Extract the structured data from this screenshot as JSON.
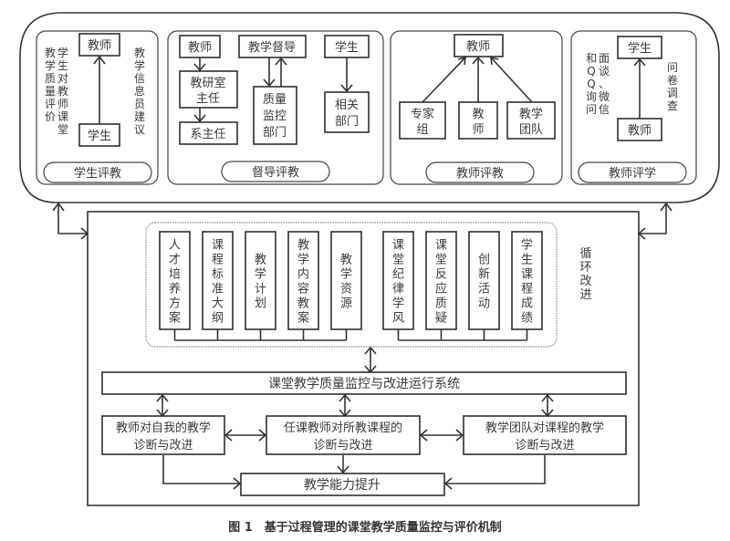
{
  "panels": {
    "student_eval": {
      "label": "学生评教",
      "top_node": "教师",
      "bottom_node": "学生",
      "left_note_1": "学生对教师课堂",
      "left_note_2": "教学质量评价",
      "right_note": "教学信息员建议"
    },
    "supervisor_eval": {
      "label": "督导评教",
      "col1": [
        "教师",
        "教研室主任",
        "系主任"
      ],
      "col1_lines": [
        [
          "教师"
        ],
        [
          "教研室",
          "主任"
        ],
        [
          "系主任"
        ]
      ],
      "col2_top": "教学督导",
      "col2_bottom_lines": [
        "质量",
        "监控",
        "部门"
      ],
      "col3_top": "学生",
      "col3_bottom_lines": [
        "相关",
        "部门"
      ]
    },
    "teacher_eval": {
      "label": "教师评教",
      "top_node": "教师",
      "sources": [
        {
          "lines": [
            "专家",
            "组"
          ]
        },
        {
          "lines": [
            "教",
            "师"
          ]
        },
        {
          "lines": [
            "教学",
            "团队"
          ]
        }
      ]
    },
    "teacher_eval_student": {
      "label": "教师评学",
      "top_node": "学生",
      "bottom_node": "教师",
      "left_note_1": "面谈、微信",
      "left_note_2": "和QQ询问",
      "right_note": "问卷调查"
    }
  },
  "main": {
    "cycle_label": "循环改进",
    "inputs_group1": [
      "人才培养方案",
      "课程标准大纲",
      "教学计划",
      "教学内容教案",
      "教学资源"
    ],
    "inputs_group2": [
      "课堂纪律学风",
      "课堂反应质疑",
      "创新活动",
      "学生课程成绩"
    ],
    "system": "课堂教学质量监控与改进运行系统",
    "diag_left": [
      "教师对自我的教学",
      "诊断与改进"
    ],
    "diag_center": [
      "任课教师对所教课程的",
      "诊断与改进"
    ],
    "diag_right": [
      "教学团队对课程的教学",
      "诊断与改进"
    ],
    "result": "教学能力提升"
  },
  "caption": "图 1　基于过程管理的课堂教学质量监控与评价机制"
}
